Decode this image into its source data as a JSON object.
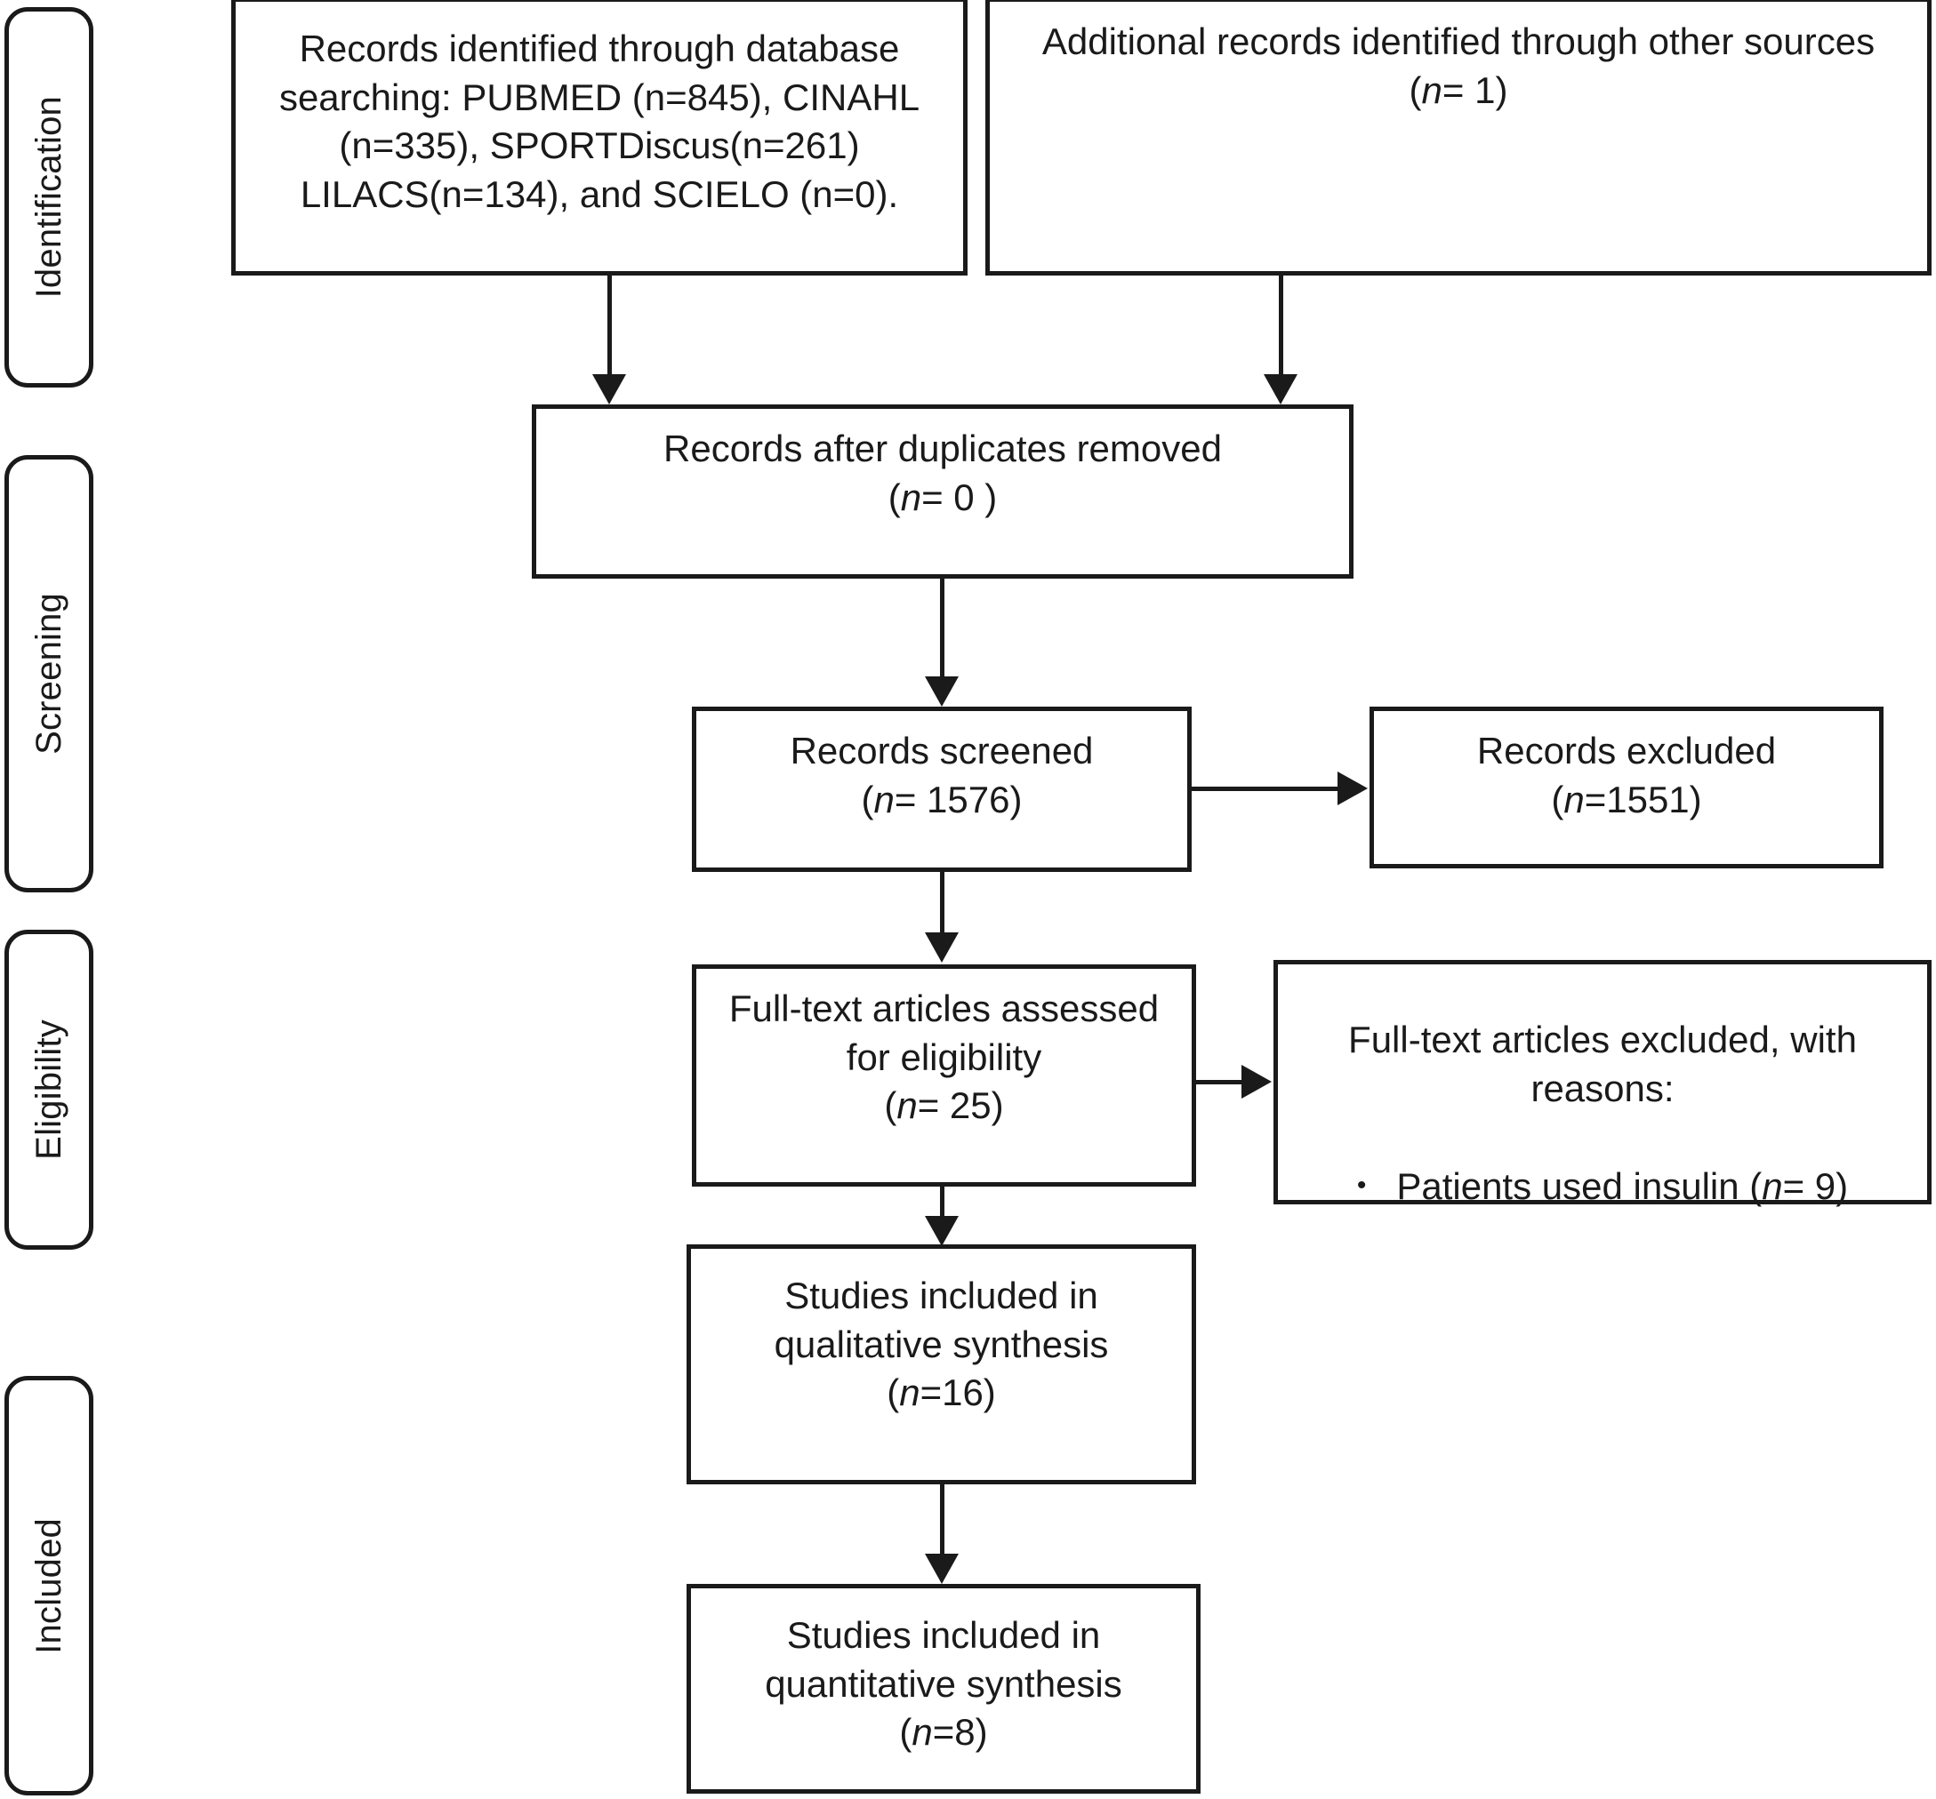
{
  "diagram": {
    "title": "PRISMA flow diagram",
    "phases": [
      {
        "id": "identification",
        "label": "Identification"
      },
      {
        "id": "screening",
        "label": "Screening"
      },
      {
        "id": "eligibility",
        "label": "Eligibility"
      },
      {
        "id": "included",
        "label": "Included"
      }
    ],
    "boxes": {
      "database_records": {
        "line1": "Records identified through database",
        "line2": "searching: PUBMED (n=845), CINAHL",
        "line3": "(n=335), SPORTDiscus(n=261)",
        "line4": "LILACS(n=134), and SCIELO (n=0)."
      },
      "other_records": {
        "line1": "Additional records identified through other sources",
        "count_prefix": "(",
        "count_italic": "n",
        "count_suffix": "= 1)"
      },
      "duplicates_removed": {
        "line1": "Records after duplicates removed",
        "count_prefix": "(",
        "count_italic": "n",
        "count_suffix": "= 0 )"
      },
      "records_screened": {
        "line1": "Records screened",
        "count_prefix": "(",
        "count_italic": "n",
        "count_suffix": "= 1576)"
      },
      "records_excluded": {
        "line1": "Records excluded",
        "count_prefix": "(",
        "count_italic": "n",
        "count_suffix": "=1551)"
      },
      "fulltext_assessed": {
        "line1": "Full-text articles assessed",
        "line2": "for eligibility",
        "count_prefix": "(",
        "count_italic": "n",
        "count_suffix": "= 25)"
      },
      "fulltext_excluded": {
        "line1": "Full-text articles excluded, with",
        "line2": "reasons:",
        "bullet_dot": "•",
        "bullet_text_before": "Patients used insulin (",
        "bullet_italic": "n",
        "bullet_text_after": "= 9)"
      },
      "qualitative_synthesis": {
        "line1": "Studies included in",
        "line2": "qualitative synthesis",
        "count_prefix": "(",
        "count_italic": "n",
        "count_suffix": "=16)"
      },
      "quantitative_synthesis": {
        "line1": "Studies included in",
        "line2": "quantitative synthesis",
        "count_prefix": "(",
        "count_italic": "n",
        "count_suffix": "=8)"
      }
    },
    "colors": {
      "stroke": "#1a1a1a",
      "background": "#ffffff"
    }
  }
}
